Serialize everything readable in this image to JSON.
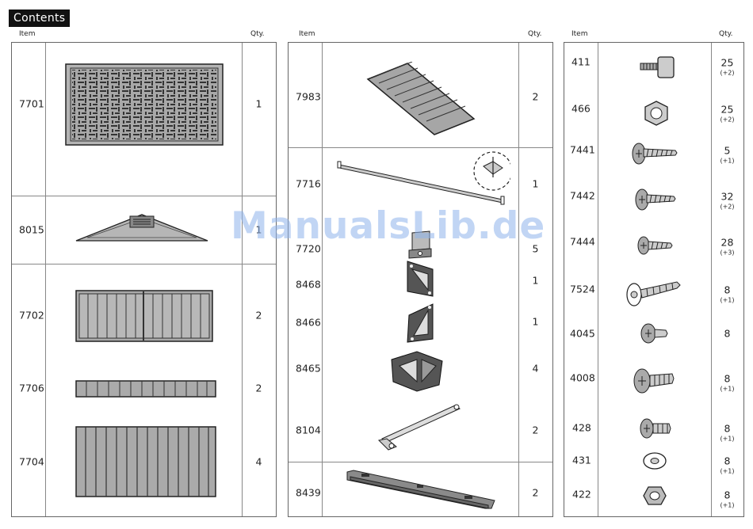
{
  "title": "Contents",
  "headers": {
    "item": "Item",
    "qty": "Qty."
  },
  "watermark": "ManualsLib.de",
  "columns": [
    {
      "rows": [
        {
          "code": "7701",
          "qty": "1"
        },
        {
          "code": "8015",
          "qty": "1"
        },
        {
          "code": "7702",
          "qty": "2"
        },
        {
          "code": "7706",
          "qty": "2"
        },
        {
          "code": "7704",
          "qty": "4"
        }
      ]
    },
    {
      "rows": [
        {
          "code": "7983",
          "qty": "2"
        },
        {
          "code": "7716",
          "qty": "1"
        },
        {
          "code": "7720",
          "qty": "5"
        },
        {
          "code": "8468",
          "qty": "1"
        },
        {
          "code": "8466",
          "qty": "1"
        },
        {
          "code": "8465",
          "qty": "4"
        },
        {
          "code": "8104",
          "qty": "2"
        },
        {
          "code": "8439",
          "qty": "2"
        }
      ]
    },
    {
      "rows": [
        {
          "code": "411",
          "qty": "25",
          "extra": "(+2)"
        },
        {
          "code": "466",
          "qty": "25",
          "extra": "(+2)"
        },
        {
          "code": "7441",
          "qty": "5",
          "extra": "(+1)"
        },
        {
          "code": "7442",
          "qty": "32",
          "extra": "(+2)"
        },
        {
          "code": "7444",
          "qty": "28",
          "extra": "(+3)"
        },
        {
          "code": "7524",
          "qty": "8",
          "extra": "(+1)"
        },
        {
          "code": "4045",
          "qty": "8"
        },
        {
          "code": "4008",
          "qty": "8",
          "extra": "(+1)"
        },
        {
          "code": "428",
          "qty": "8",
          "extra": "(+1)"
        },
        {
          "code": "431",
          "qty": "8",
          "extra": "(+1)"
        },
        {
          "code": "422",
          "qty": "8",
          "extra": "(+1)"
        }
      ]
    }
  ]
}
